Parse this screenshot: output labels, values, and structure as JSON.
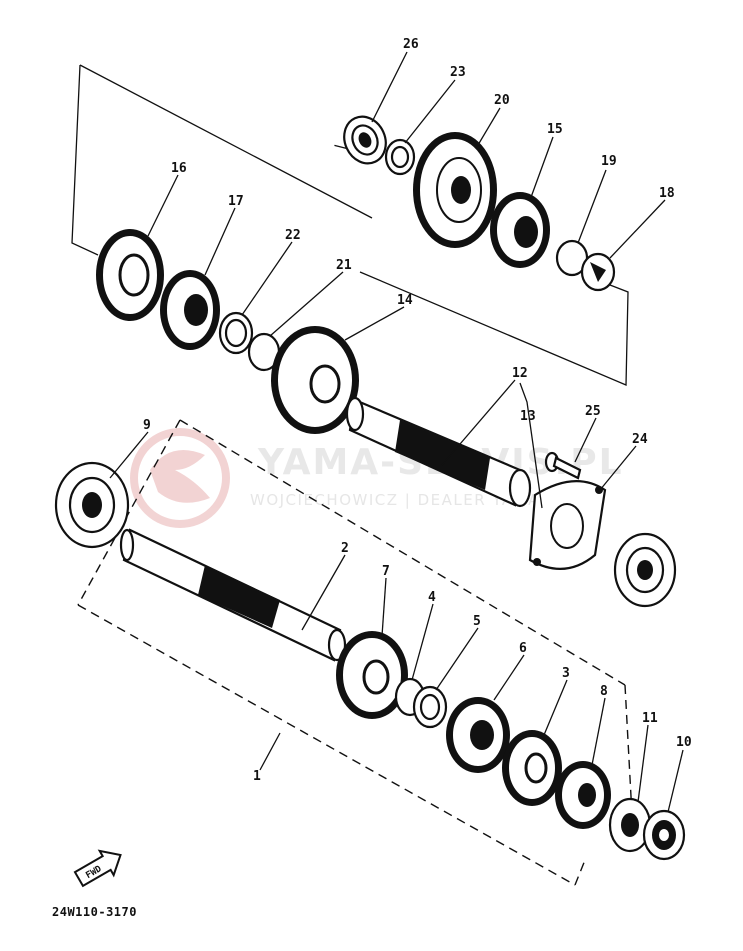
{
  "diagram": {
    "drawing_code": "24W110-3170",
    "watermark": {
      "brand": "YAMA-SERVIS.PL",
      "subtitle": "WOJCIECHOWICZ | DEALER YAMAHA",
      "color": "#e8b0b0"
    },
    "fwd_label": "FWD",
    "callouts": [
      {
        "id": "c26",
        "label": "26"
      },
      {
        "id": "c23",
        "label": "23"
      },
      {
        "id": "c20",
        "label": "20"
      },
      {
        "id": "c15",
        "label": "15"
      },
      {
        "id": "c19",
        "label": "19"
      },
      {
        "id": "c18",
        "label": "18"
      },
      {
        "id": "c16",
        "label": "16"
      },
      {
        "id": "c17",
        "label": "17"
      },
      {
        "id": "c22",
        "label": "22"
      },
      {
        "id": "c21",
        "label": "21"
      },
      {
        "id": "c14",
        "label": "14"
      },
      {
        "id": "c12",
        "label": "12"
      },
      {
        "id": "c13",
        "label": "13"
      },
      {
        "id": "c25",
        "label": "25"
      },
      {
        "id": "c24",
        "label": "24"
      },
      {
        "id": "c9",
        "label": "9"
      },
      {
        "id": "c2",
        "label": "2"
      },
      {
        "id": "c7",
        "label": "7"
      },
      {
        "id": "c4",
        "label": "4"
      },
      {
        "id": "c5",
        "label": "5"
      },
      {
        "id": "c6",
        "label": "6"
      },
      {
        "id": "c3",
        "label": "3"
      },
      {
        "id": "c8",
        "label": "8"
      },
      {
        "id": "c11",
        "label": "11"
      },
      {
        "id": "c10",
        "label": "10"
      },
      {
        "id": "c1",
        "label": "1"
      }
    ]
  }
}
